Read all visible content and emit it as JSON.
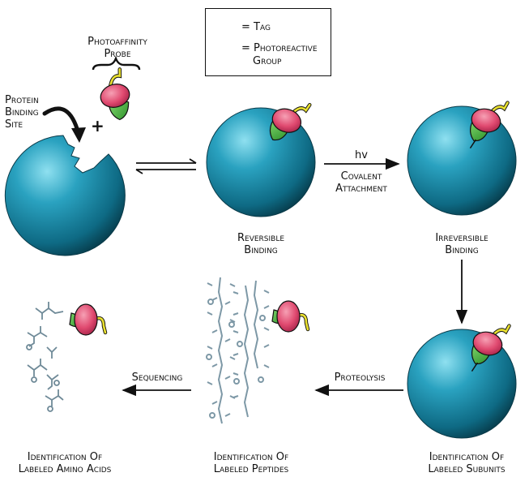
{
  "legend": {
    "tag_label": "= Tag",
    "group_label_line1": "= Photoreactive",
    "group_label_line2": "Group"
  },
  "labels": {
    "photoaffinity_line1": "Photoaffinity",
    "photoaffinity_line2": "Probe",
    "protein_line1": "Protein",
    "protein_line2": "Binding",
    "protein_line3": "Site",
    "plus": "+",
    "hv": "hv",
    "covalent_line1": "Covalent",
    "covalent_line2": "Attachment",
    "reversible_line1": "Reversible",
    "reversible_line2": "Binding",
    "irreversible_line1": "Irreversible",
    "irreversible_line2": "Binding",
    "sequencing": "Sequencing",
    "proteolysis": "Proteolysis",
    "id_amino_line1": "Identification Of",
    "id_amino_line2": "Labeled Amino Acids",
    "id_peptides_line1": "Identification Of",
    "id_peptides_line2": "Labeled Peptides",
    "id_subunits_line1": "Identification Of",
    "id_subunits_line2": "Labeled Subunits"
  },
  "colors": {
    "protein": "#1c8aa6",
    "protein_dark": "#0b4a5c",
    "tag": "#e9e030",
    "photoreactive": "#3fae3a",
    "probe_head": "#e2577a",
    "peptide": "#8aa6b3"
  }
}
